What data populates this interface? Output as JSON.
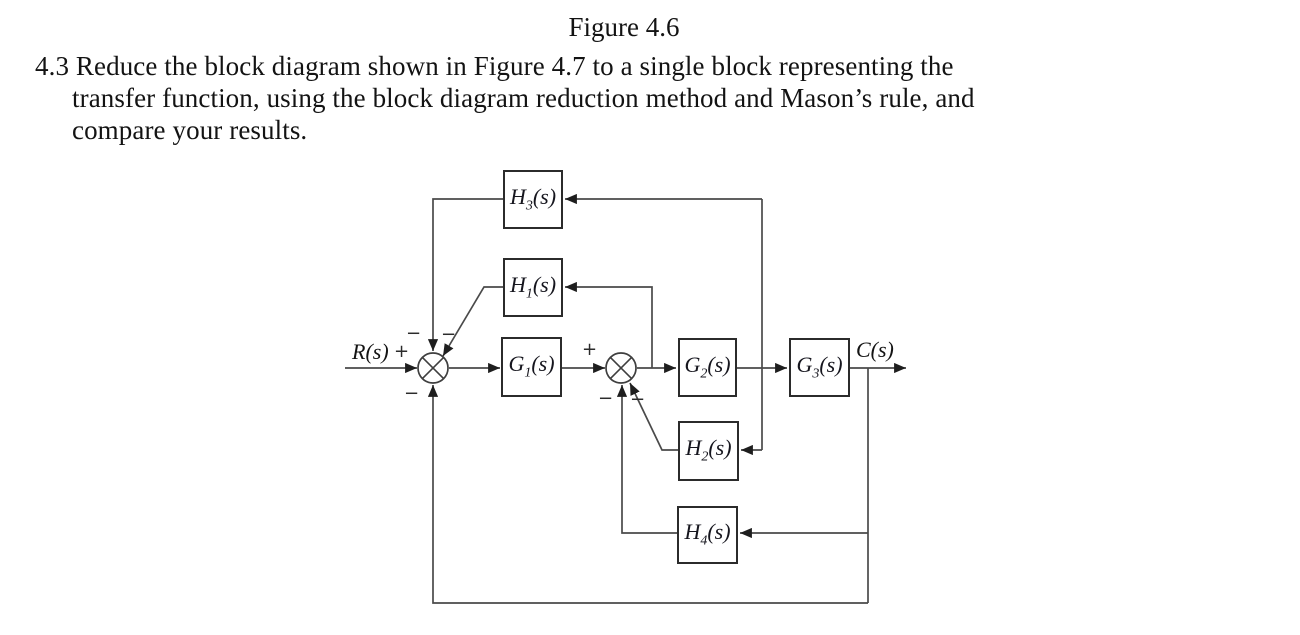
{
  "figure_caption": "Figure 4.6",
  "problem": {
    "lines": [
      "4.3 Reduce the block diagram shown in Figure 4.7 to a single block representing the",
      "transfer function, using the block diagram reduction method and Mason’s rule, and",
      "compare your results."
    ]
  },
  "diagram": {
    "input_label": "R(s)",
    "output_label": "C(s)",
    "blocks": {
      "h3": {
        "base": "H",
        "sub": "3",
        "suffix": "(s)"
      },
      "h1": {
        "base": "H",
        "sub": "1",
        "suffix": "(s)"
      },
      "g1": {
        "base": "G",
        "sub": "1",
        "suffix": "(s)"
      },
      "g2": {
        "base": "G",
        "sub": "2",
        "suffix": "(s)"
      },
      "g3": {
        "base": "G",
        "sub": "3",
        "suffix": "(s)"
      },
      "h2": {
        "base": "H",
        "sub": "2",
        "suffix": "(s)"
      },
      "h4": {
        "base": "H",
        "sub": "4",
        "suffix": "(s)"
      }
    },
    "signs": {
      "sum1_input": "+",
      "sum1_top_left": "−",
      "sum1_top_right": "−",
      "sum1_bottom": "−",
      "sum2_input": "+",
      "sum2_bottom_left": "−",
      "sum2_bottom_right": "−"
    }
  },
  "colors": {
    "background": "#ffffff",
    "line": "#4a4a4a",
    "block_border": "#2b2b2b",
    "arrow": "#1e1e1e",
    "text": "#131313"
  }
}
